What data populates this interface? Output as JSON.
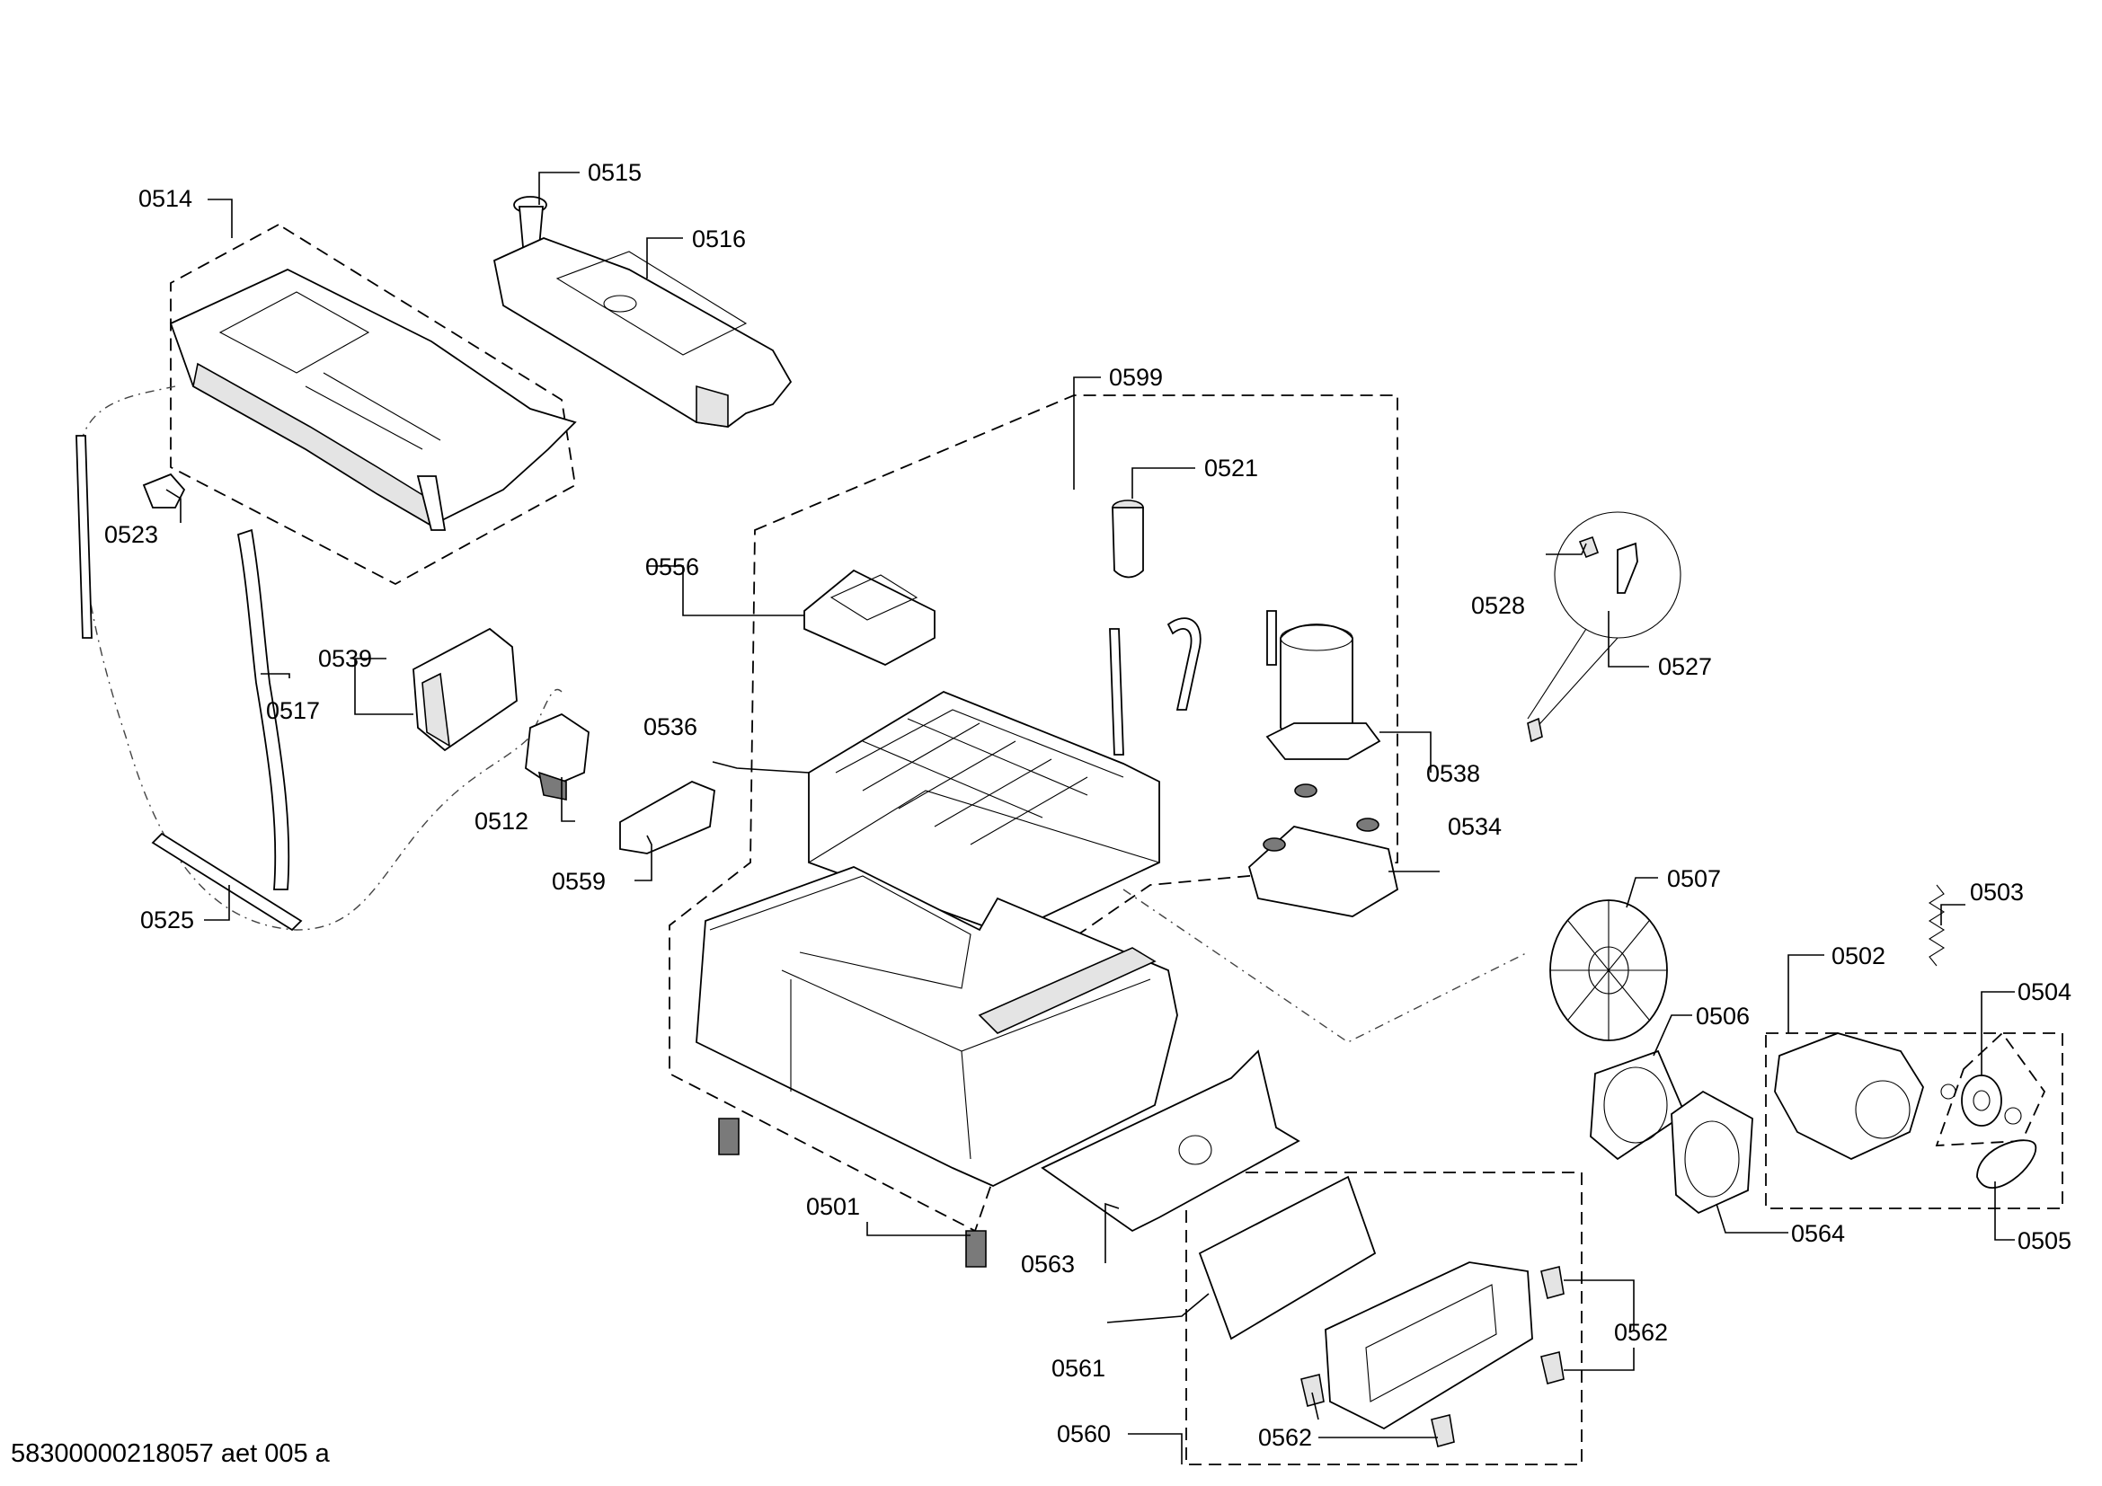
{
  "callouts": {
    "c0501": "0501",
    "c0502": "0502",
    "c0503": "0503",
    "c0504": "0504",
    "c0505": "0505",
    "c0506": "0506",
    "c0507": "0507",
    "c0512": "0512",
    "c0514": "0514",
    "c0515": "0515",
    "c0516": "0516",
    "c0517": "0517",
    "c0521": "0521",
    "c0523": "0523",
    "c0525": "0525",
    "c0527": "0527",
    "c0528": "0528",
    "c0534": "0534",
    "c0536": "0536",
    "c0538": "0538",
    "c0539": "0539",
    "c0556": "0556",
    "c0559": "0559",
    "c0560": "0560",
    "c0561": "0561",
    "c0562a": "0562",
    "c0562b": "0562",
    "c0563": "0563",
    "c0564": "0564",
    "c0599": "0599"
  },
  "footer": {
    "document_id": "58300000218057 aet 005 a"
  }
}
